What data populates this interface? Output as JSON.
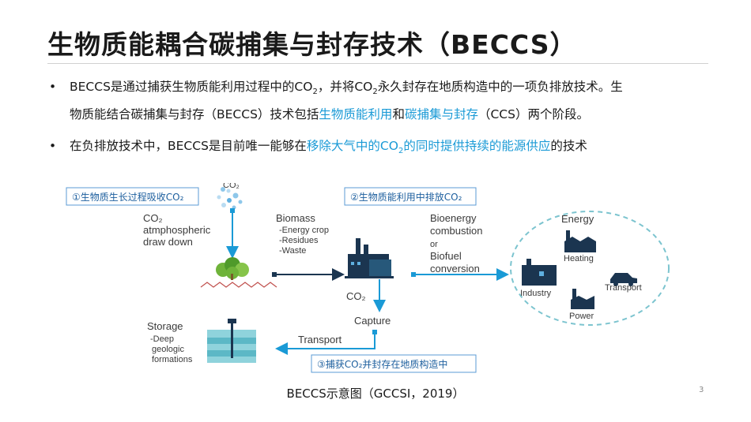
{
  "title": "生物质能耦合碳捕集与封存技术（BECCS）",
  "bullets": [
    {
      "dot": "•",
      "line1_a": "BECCS是通过捕获生物质能利用过程中的CO",
      "line1_sub": "2",
      "line1_b": "，并将CO",
      "line1_sub2": "2",
      "line1_c": "永久封存在地质构造中的一项负排放技术。生",
      "line2_a": "物质能结合碳捕集与封存（BECCS）技术包括",
      "line2_hl1": "生物质能利用",
      "line2_and": "和",
      "line2_hl2": "碳捕集与封存",
      "line2_b": "（CCS）两个阶段。"
    },
    {
      "dot": "•",
      "text_a": "在负排放技术中，BECCS是目前唯一能够在",
      "hl_a": "移除大气中的CO",
      "hl_sub": "2",
      "hl_b": "的同时提供持续的能源供应",
      "text_b": "的技术"
    }
  ],
  "figure": {
    "box1": "①生物质生长过程吸收CO₂",
    "box2": "②生物质能利用中排放CO₂",
    "box3": "③捕获CO₂并封存在地质构造中",
    "co2_top": "CO₂",
    "co2_draw": [
      "CO₂",
      "atmphospheric",
      "draw down"
    ],
    "biomass_title": "Biomass",
    "biomass_items": [
      "-Energy crop",
      "-Residues",
      "-Waste"
    ],
    "bioenergy": [
      "Bioenergy",
      "combustion"
    ],
    "or": "or",
    "biofuel": [
      "Biofuel",
      "conversion"
    ],
    "energy": "Energy",
    "heating": "Heating",
    "industry": "Industry",
    "transport_right": "Transport",
    "power": "Power",
    "co2_plant": "CO₂",
    "capture": "Capture",
    "transport_bottom": "Transport",
    "storage": "Storage",
    "storage_items": [
      "-Deep",
      "geologic",
      "formations"
    ],
    "colors": {
      "arrow_blue": "#1a9ad6",
      "dark_navy": "#1b3550",
      "tree_green": "#6fb33a",
      "ring": "#7cc4cf"
    }
  },
  "caption": "BECCS示意图（GCCSI，2019）",
  "page_number": "3"
}
